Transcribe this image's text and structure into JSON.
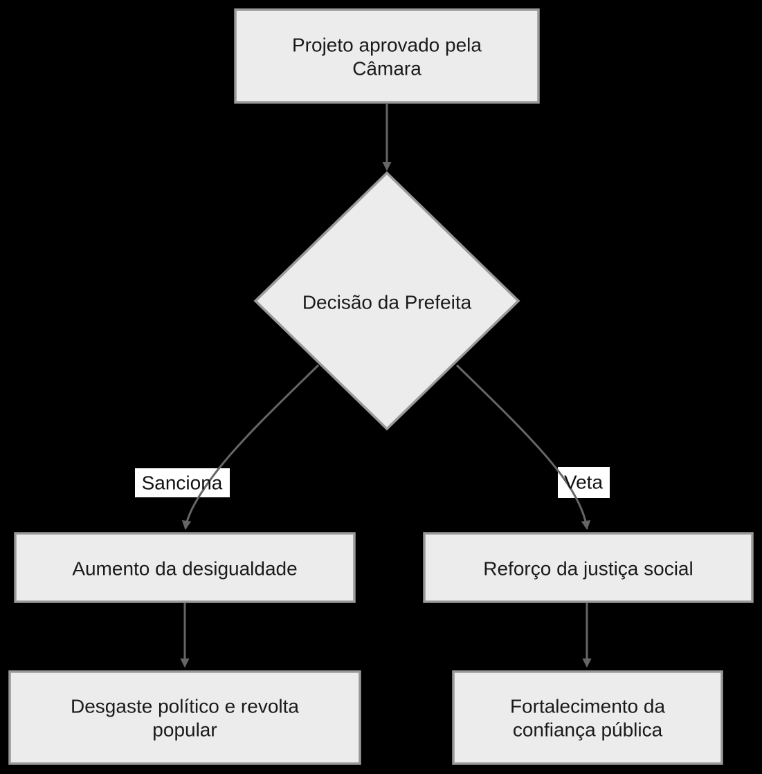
{
  "diagram": {
    "type": "flowchart",
    "direction": "top-down",
    "colors": {
      "background": "#000000",
      "node_fill": "#ececec",
      "node_border": "#999999",
      "edge": "#666666",
      "text": "#1a1a1a",
      "edge_label_bg": "#ffffff"
    },
    "nodes": {
      "start": {
        "shape": "rectangle",
        "lines": [
          "Projeto aprovado pela",
          "Câmara"
        ]
      },
      "decision": {
        "shape": "diamond",
        "label": "Decisão da Prefeita"
      },
      "sanction_outcome": {
        "shape": "rectangle",
        "label": "Aumento da desigualdade"
      },
      "veto_outcome": {
        "shape": "rectangle",
        "label": "Reforço da justiça social"
      },
      "sanction_result": {
        "shape": "rectangle",
        "lines": [
          "Desgaste político e revolta",
          "popular"
        ]
      },
      "veto_result": {
        "shape": "rectangle",
        "lines": [
          "Fortalecimento da",
          "confiança pública"
        ]
      }
    },
    "edges": [
      {
        "from": "start",
        "to": "decision",
        "label": ""
      },
      {
        "from": "decision",
        "to": "sanction_outcome",
        "label": "Sanciona"
      },
      {
        "from": "decision",
        "to": "veto_outcome",
        "label": "Veta"
      },
      {
        "from": "sanction_outcome",
        "to": "sanction_result",
        "label": ""
      },
      {
        "from": "veto_outcome",
        "to": "veto_result",
        "label": ""
      }
    ]
  }
}
